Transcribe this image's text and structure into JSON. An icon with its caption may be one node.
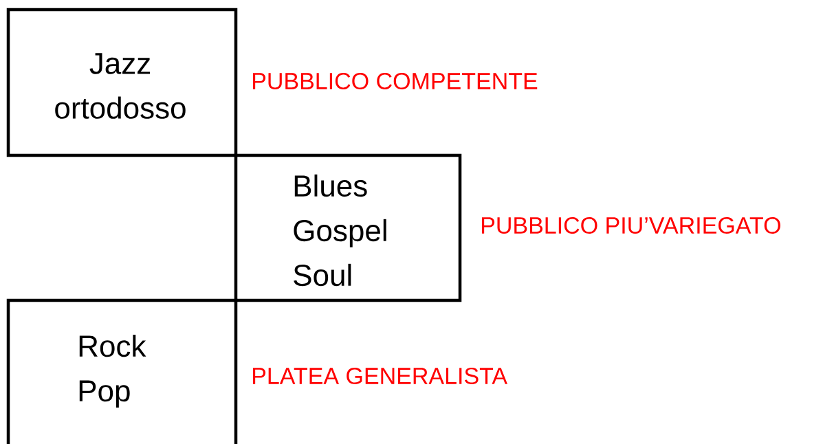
{
  "diagram": {
    "nodes": [
      {
        "text": [
          "Jazz ortodosso"
        ],
        "beside": [
          "PUBBLICO COMPETENTE"
        ]
      },
      {
        "text": [
          "Blues Gospel Soul"
        ],
        "beside": [
          "PUBBLICO PIU’VARIEGATO"
        ]
      },
      {
        "text": [
          "Rock Pop"
        ],
        "beside": [
          "PLATEA GENERALISTA"
        ]
      }
    ]
  }
}
